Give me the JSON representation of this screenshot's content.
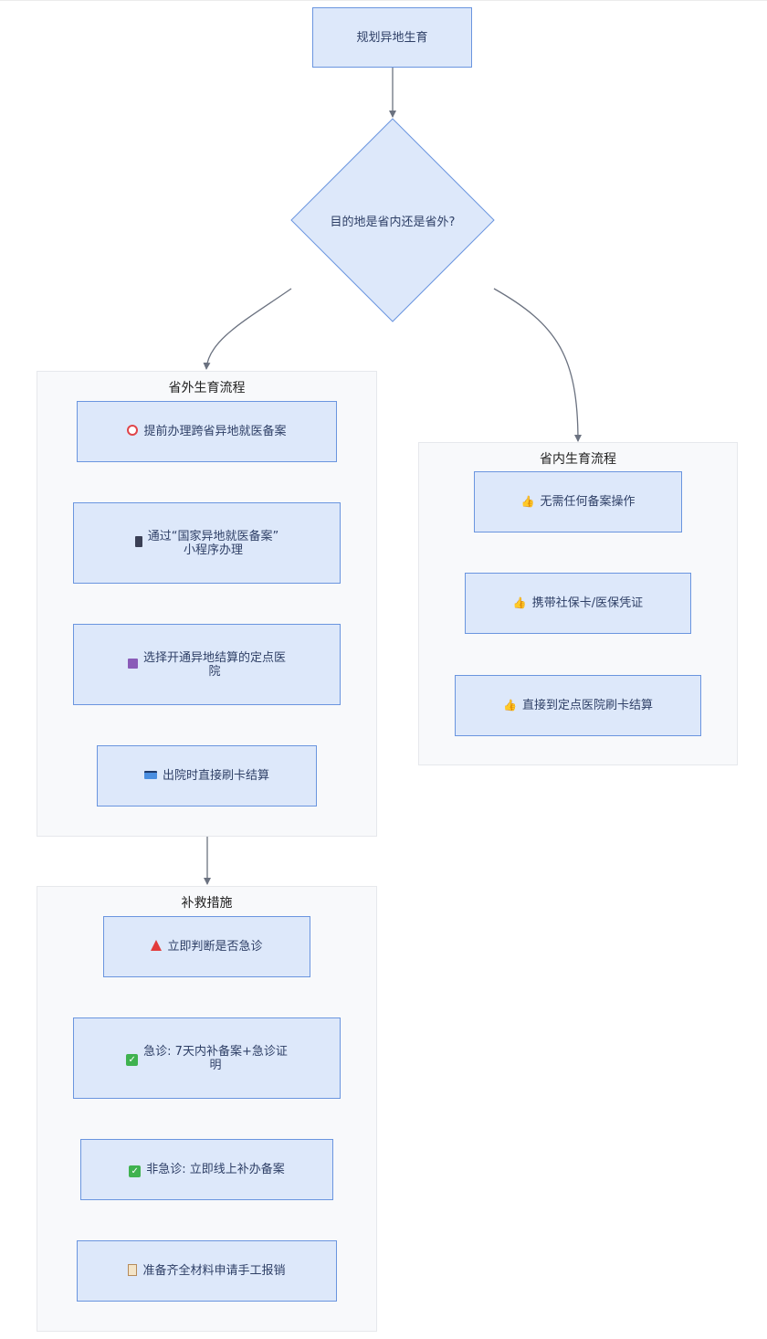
{
  "start": "规划异地生育",
  "decision": "目的地是省内还是省外?",
  "clusters": {
    "out": {
      "title": "省外生育流程",
      "steps": [
        {
          "icon": "alarm-clock-icon",
          "label": "提前办理跨省异地就医备案"
        },
        {
          "icon": "mobile-phone-icon",
          "label": "通过“国家异地就医备案”\n小程序办理"
        },
        {
          "icon": "floppy-disk-icon",
          "label": "选择开通异地结算的定点医\n院"
        },
        {
          "icon": "credit-card-icon",
          "label": "出院时直接刷卡结算"
        }
      ]
    },
    "in": {
      "title": "省内生育流程",
      "steps": [
        {
          "icon": "thumbs-up-icon",
          "label": "无需任何备案操作"
        },
        {
          "icon": "thumbs-up-icon",
          "label": "携带社保卡/医保凭证"
        },
        {
          "icon": "thumbs-up-icon",
          "label": "直接到定点医院刷卡结算"
        }
      ]
    },
    "remedy": {
      "title": "补救措施",
      "steps": [
        {
          "icon": "siren-icon",
          "label": "立即判断是否急诊"
        },
        {
          "icon": "check-mark-icon",
          "label": "急诊: 7天内补备案+急诊证\n明"
        },
        {
          "icon": "check-mark-icon",
          "label": "非急诊: 立即线上补办备案"
        },
        {
          "icon": "clipboard-icon",
          "label": "准备齐全材料申请手工报销"
        }
      ]
    }
  },
  "colors": {
    "node_fill": "#dde8fa",
    "node_border": "#6a95df",
    "cluster_fill": "#f8f9fb",
    "edge": "#6b7280"
  }
}
